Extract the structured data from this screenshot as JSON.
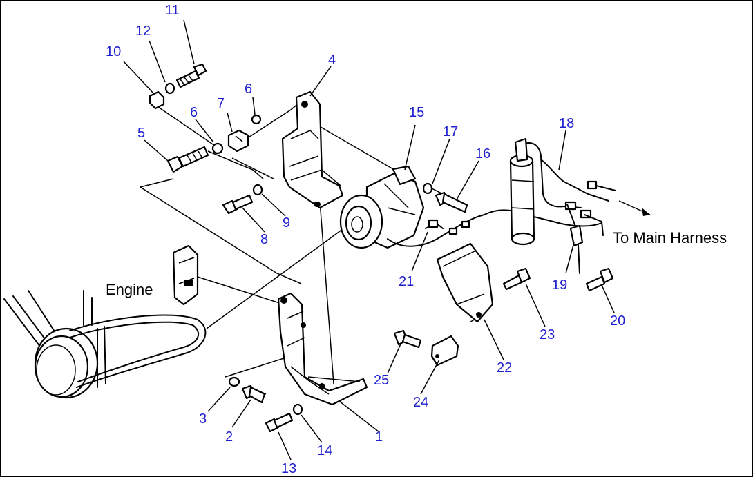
{
  "labels": {
    "engine": "Engine",
    "to_main_harness": "To Main Harness"
  },
  "callouts": {
    "c1": "1",
    "c2": "2",
    "c3": "3",
    "c4": "4",
    "c5": "5",
    "c6a": "6",
    "c6b": "6",
    "c7": "7",
    "c8": "8",
    "c9": "9",
    "c10": "10",
    "c11": "11",
    "c12": "12",
    "c13": "13",
    "c14": "14",
    "c15": "15",
    "c16": "16",
    "c17": "17",
    "c18": "18",
    "c19": "19",
    "c20": "20",
    "c21": "21",
    "c22": "22",
    "c23": "23",
    "c24": "24",
    "c25": "25"
  },
  "colors": {
    "callout": "#1f1fd0",
    "line": "#000000"
  }
}
